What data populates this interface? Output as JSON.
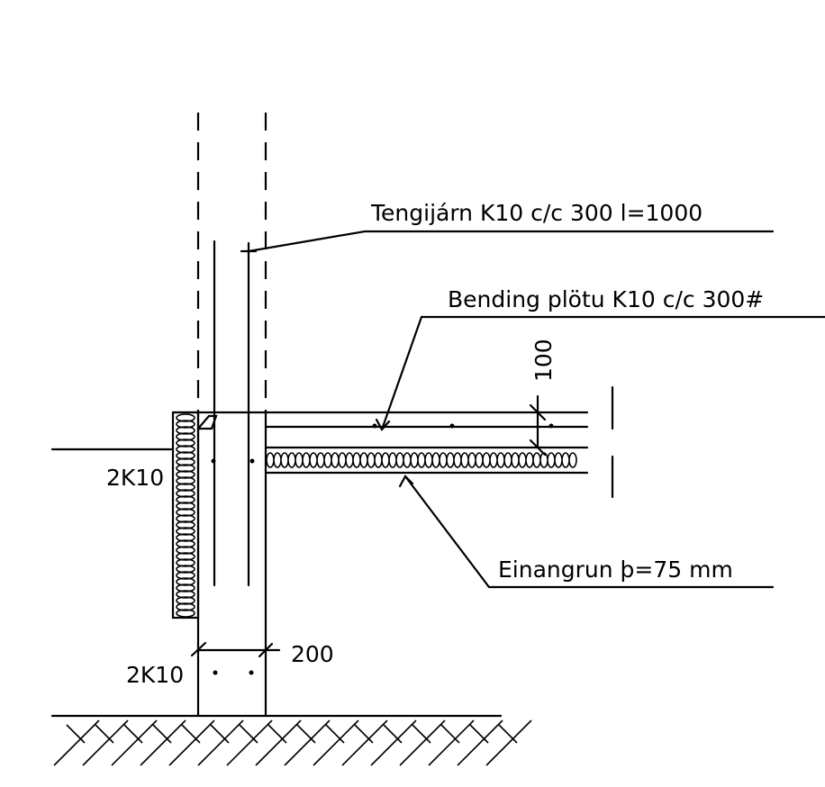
{
  "labels": {
    "tengijarn": "Tengijárn K10 c/c 300 l=1000",
    "bending": "Bending plötu K10 c/c 300#",
    "einangrun": "Einangrun þ=75 mm",
    "wall_rebar": "2K10",
    "footing_rebar": "2K10",
    "wall_width": "200",
    "slab_thickness": "100"
  }
}
